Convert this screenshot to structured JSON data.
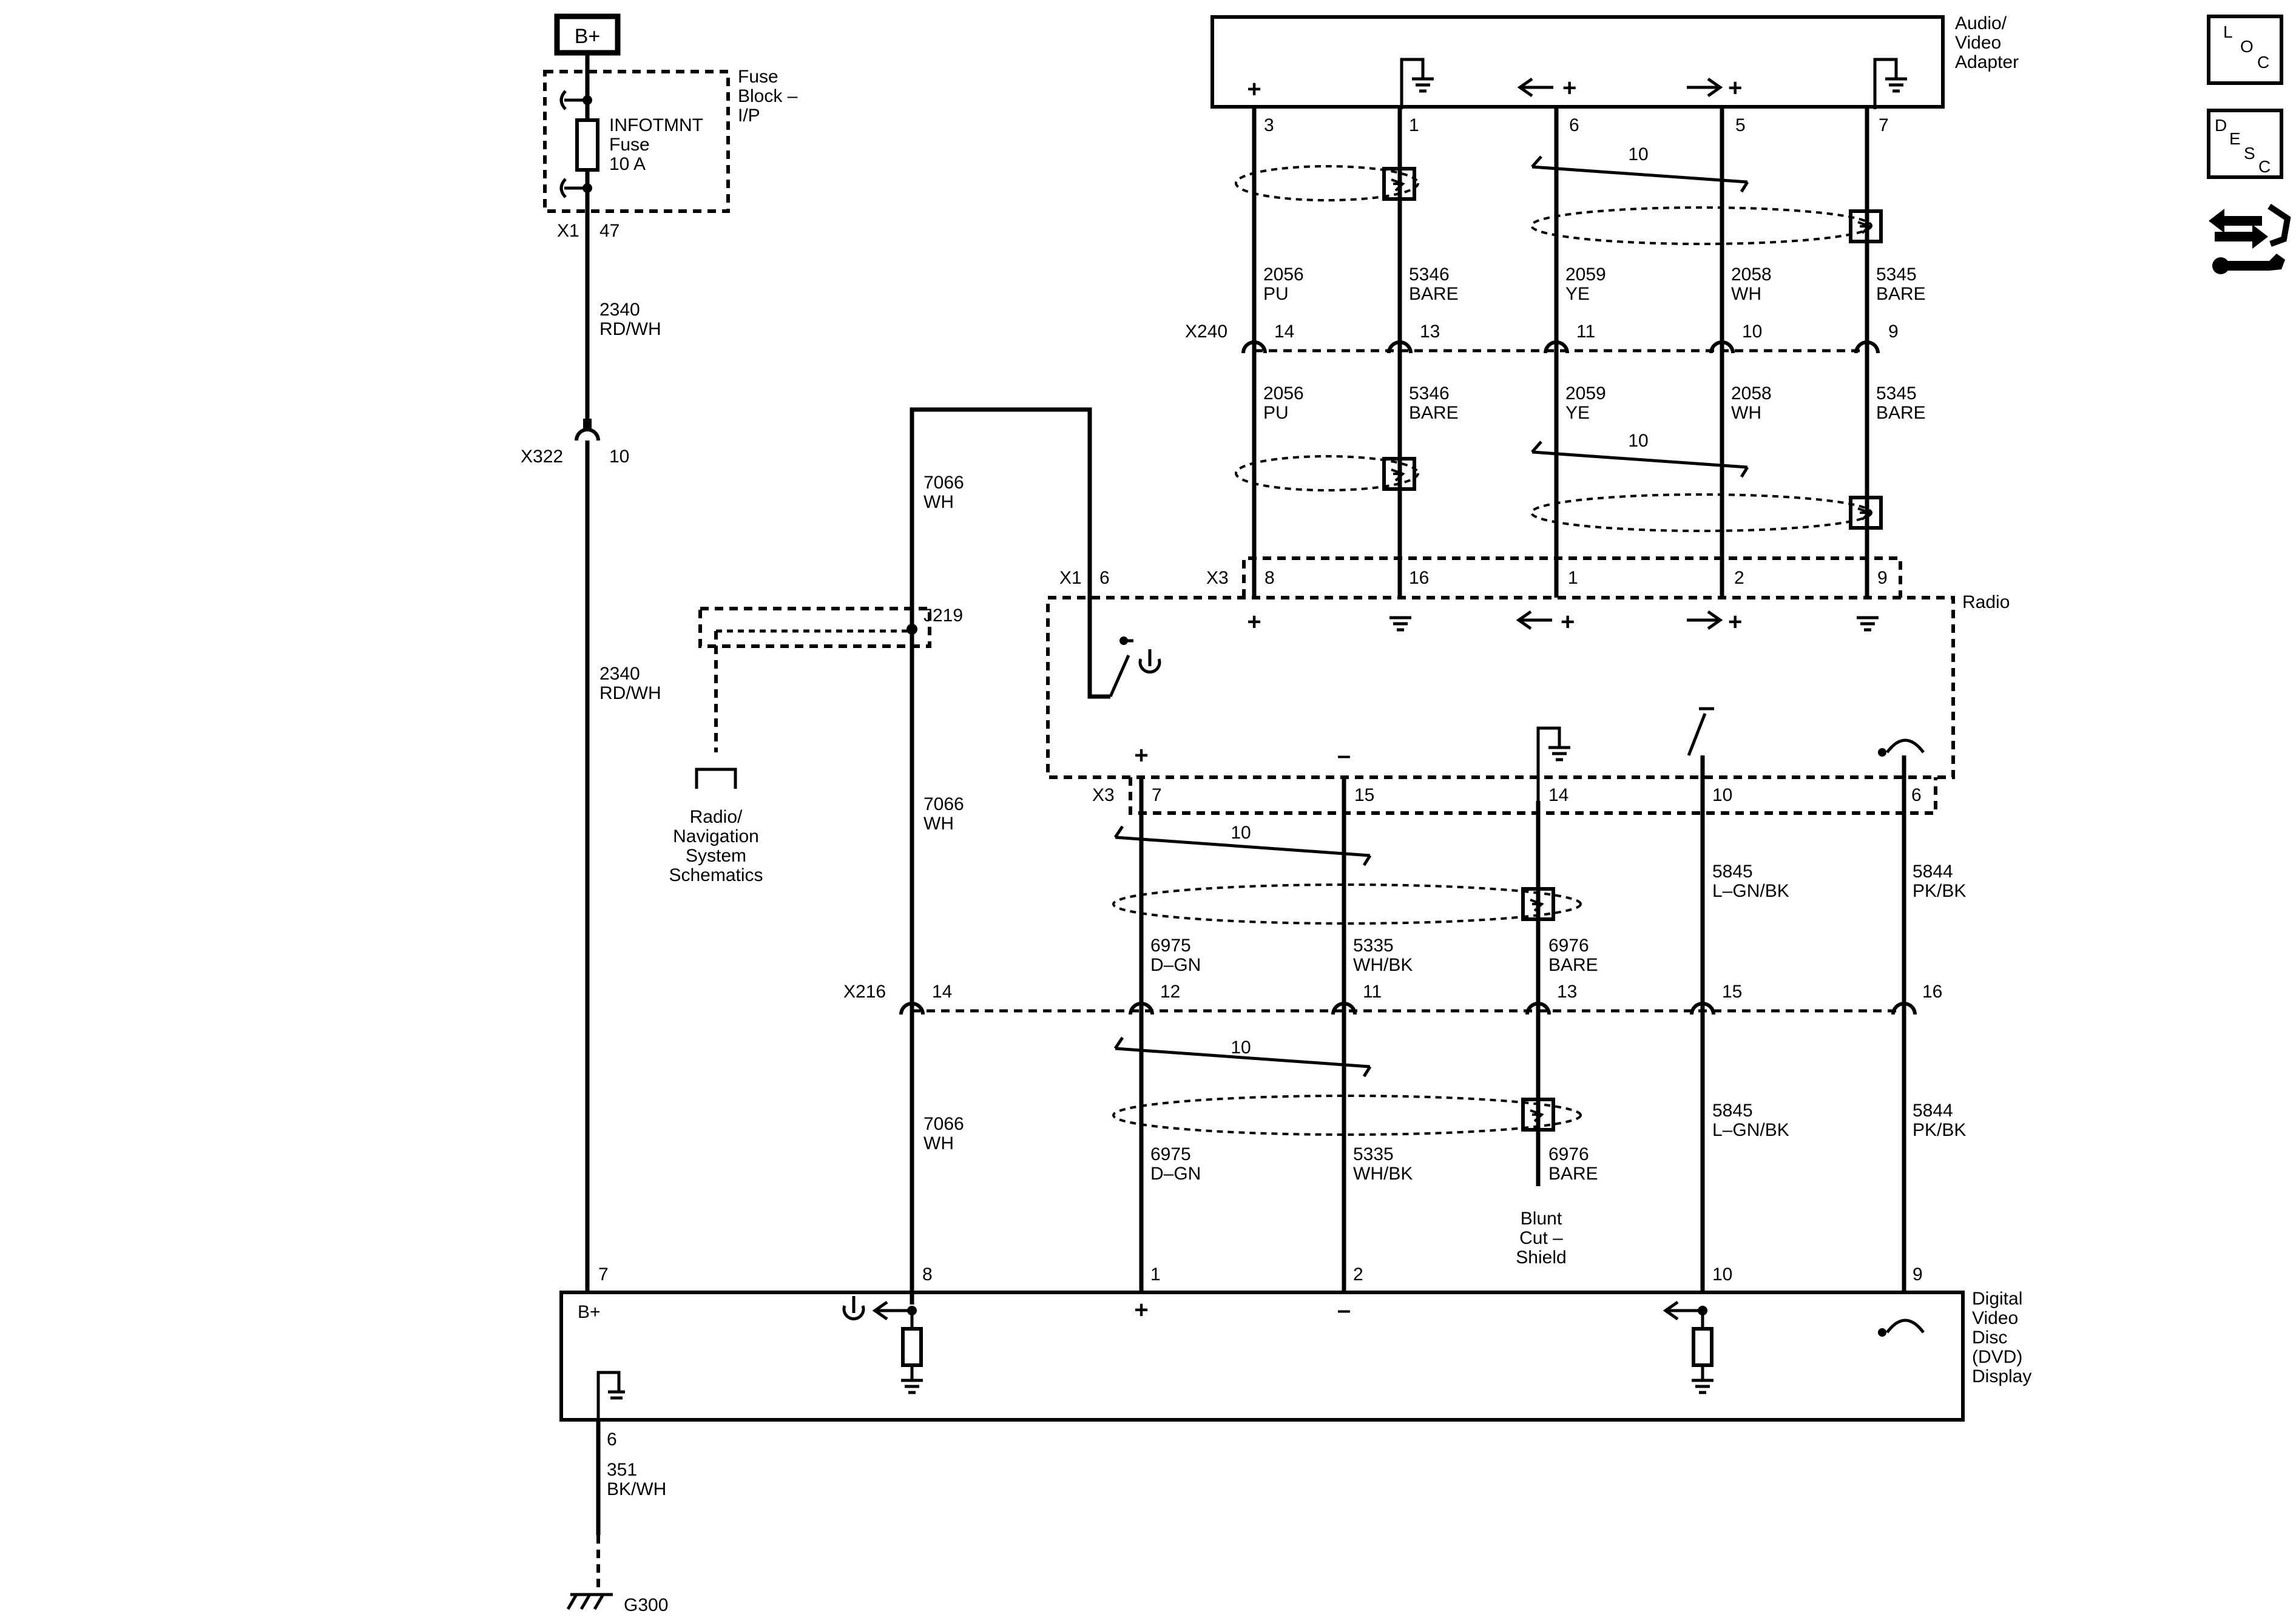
{
  "components": {
    "bplus_box": "B+",
    "fuse_block": [
      "Fuse",
      "Block –",
      "I/P"
    ],
    "fuse": [
      "INFOTMNT",
      "Fuse",
      "10 A"
    ],
    "av_adapter": [
      "Audio/",
      "Video",
      "Adapter"
    ],
    "radio": "Radio",
    "dvd": [
      "Digital",
      "Video",
      "Disc",
      "(DVD)",
      "Display"
    ],
    "radio_nav": [
      "Radio/",
      "Navigation",
      "System",
      "Schematics"
    ],
    "blunt_cut": [
      "Blunt",
      "Cut –",
      "Shield"
    ],
    "ground": "G300",
    "splice": "J219"
  },
  "connectors": {
    "x1": "X1",
    "x1_pin": "47",
    "x322": "X322",
    "x322_pin": "10",
    "x240": "X240",
    "x1_radio": "X1",
    "x1_radio_pin": "6",
    "x3_top": "X3",
    "x3_bottom": "X3",
    "x216": "X216",
    "x216_pin": "14"
  },
  "top_pins": [
    "3",
    "1",
    "6",
    "5",
    "7"
  ],
  "x240_pins": [
    "14",
    "13",
    "11",
    "10",
    "9"
  ],
  "radio_top_pins": [
    "8",
    "16",
    "1",
    "2",
    "9"
  ],
  "radio_bottom_pins": [
    "7",
    "15",
    "14",
    "10",
    "6"
  ],
  "x216_pins": [
    "12",
    "11",
    "13",
    "15",
    "16"
  ],
  "dvd_pins": [
    "7",
    "8",
    "1",
    "2",
    "10",
    "9",
    "6"
  ],
  "twist_label": "10",
  "wires": {
    "w2340": [
      "2340",
      "RD/WH"
    ],
    "w7066": [
      "7066",
      "WH"
    ],
    "w351": [
      "351",
      "BK/WH"
    ],
    "w2056": [
      "2056",
      "PU"
    ],
    "w5346": [
      "5346",
      "BARE"
    ],
    "w2059": [
      "2059",
      "YE"
    ],
    "w2058": [
      "2058",
      "WH"
    ],
    "w5345": [
      "5345",
      "BARE"
    ],
    "w6975": [
      "6975",
      "D–GN"
    ],
    "w5335": [
      "5335",
      "WH/BK"
    ],
    "w6976": [
      "6976",
      "BARE"
    ],
    "w5845": [
      "5845",
      "L–GN/BK"
    ],
    "w5844": [
      "5844",
      "PK/BK"
    ]
  },
  "signs": {
    "plus": "+",
    "minus": "–",
    "bplus": "B+"
  },
  "nav_icons": {
    "loc": [
      "L",
      "O",
      "C"
    ],
    "desc": [
      "D",
      "E",
      "S",
      "C"
    ]
  }
}
